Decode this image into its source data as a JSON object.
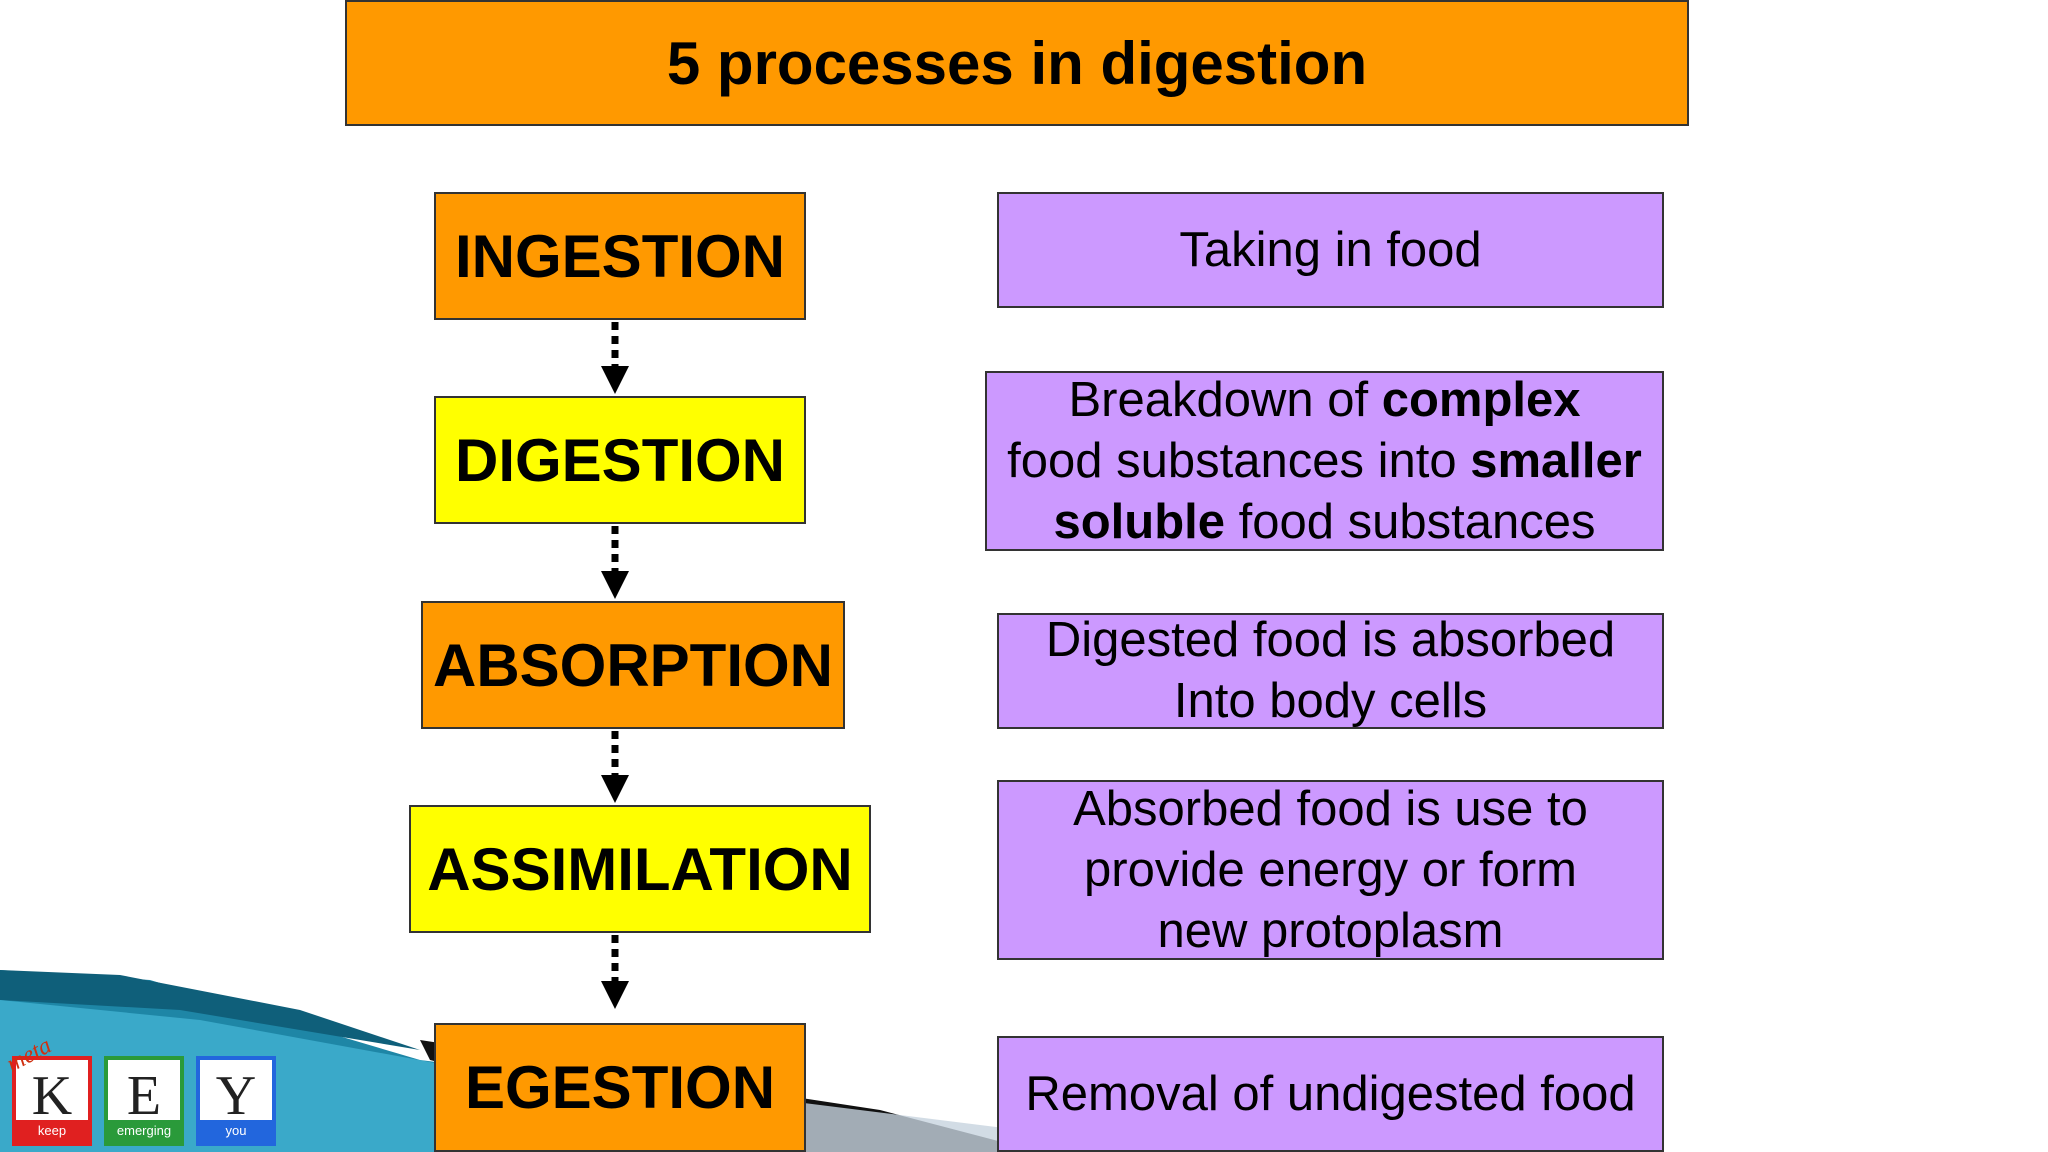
{
  "title": "5 processes in digestion",
  "steps": [
    {
      "label": "INGESTION",
      "color": "#ff9900"
    },
    {
      "label": "DIGESTION",
      "color": "#ffff00"
    },
    {
      "label": "ABSORPTION",
      "color": "#ff9900"
    },
    {
      "label": "ASSIMILATION",
      "color": "#ffff00"
    },
    {
      "label": "EGESTION",
      "color": "#ff9900"
    }
  ],
  "descriptions": {
    "ingestion": "Taking in food",
    "digestion": {
      "p1": "Breakdown of ",
      "b1": "complex",
      "p2": "food substances into ",
      "b2": "smaller",
      "b3": "soluble",
      "p3": " food substances"
    },
    "absorption": {
      "line1": "Digested food is absorbed",
      "line2": "Into body cells"
    },
    "assimilation": {
      "line1": "Absorbed food is use to",
      "line2": "provide energy or form",
      "line3": "new protoplasm"
    },
    "egestion": "Removal of undigested food"
  },
  "logo": {
    "meta": "meta",
    "tiles": [
      {
        "letter": "K",
        "word": "keep",
        "color": "#e02020"
      },
      {
        "letter": "E",
        "word": "emerging",
        "color": "#2a9a3a"
      },
      {
        "letter": "Y",
        "word": "you",
        "color": "#2266dd"
      }
    ]
  },
  "colors": {
    "orange": "#ff9900",
    "yellow": "#ffff00",
    "purple": "#cc99ff"
  }
}
